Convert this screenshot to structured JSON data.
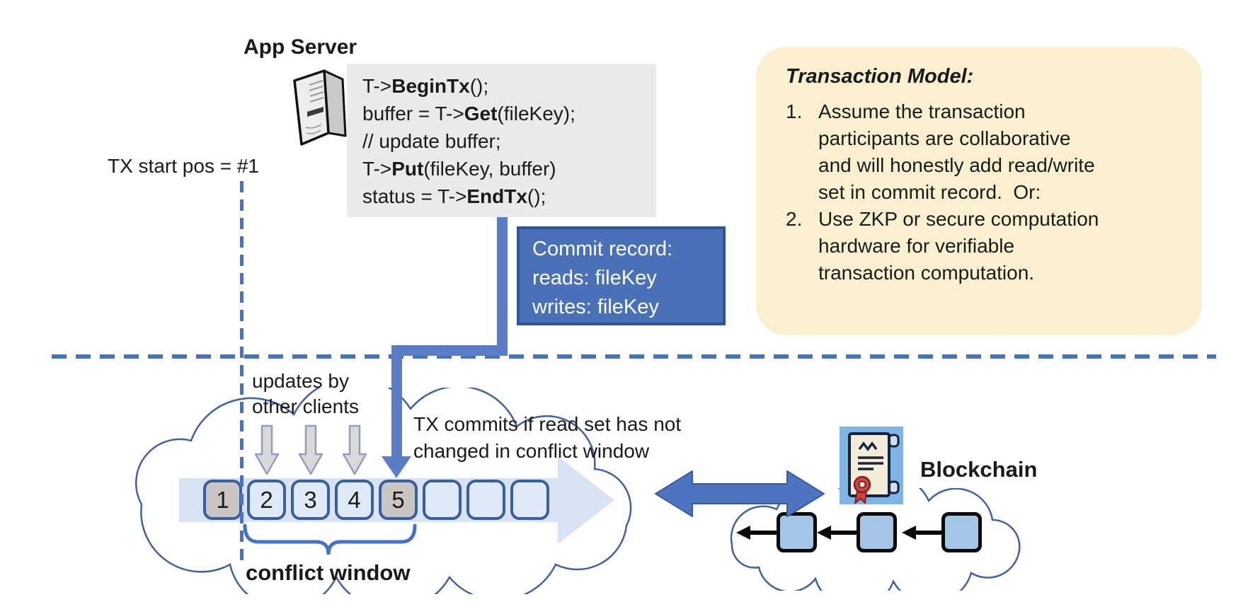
{
  "app_server_label": "App Server",
  "code": {
    "lines": [
      {
        "pre": "T->",
        "fn": "BeginTx",
        "post": "();"
      },
      {
        "pre": "buffer = T->",
        "fn": "Get",
        "post": "(fileKey);"
      },
      {
        "pre": "// update buffer;",
        "fn": "",
        "post": ""
      },
      {
        "pre": "T->",
        "fn": "Put",
        "post": "(fileKey, buffer)"
      },
      {
        "pre": "status = T->",
        "fn": "EndTx",
        "post": "();"
      }
    ]
  },
  "tx_start_label": "TX start pos = #1",
  "commit_record": {
    "text": "Commit record:\nreads: fileKey\nwrites: fileKey"
  },
  "transaction_model": {
    "title": "Transaction Model:",
    "items": [
      {
        "num": "1.",
        "text": "Assume the transaction\nparticipants are collaborative\nand will honestly add read/write\nset in commit record.  Or:"
      },
      {
        "num": "2.",
        "text": "Use ZKP or secure computation\nhardware for verifiable\ntransaction computation."
      }
    ]
  },
  "updates_label": "updates by\nother clients",
  "tx_commits_label": "TX commits if read set has not\nchanged in conflict window",
  "conflict_window_label": "conflict window",
  "ledger": {
    "slots": [
      "1",
      "2",
      "3",
      "4",
      "5",
      "",
      "",
      ""
    ],
    "highlighted_slots": [
      "1",
      "5"
    ]
  },
  "blockchain_label": "Blockchain",
  "colors": {
    "accent_blue": "#4472C4",
    "connector_blue": "#5B7DC6",
    "commit_fill": "#4A70B8",
    "commit_border": "#2F5597",
    "panel_yellow": "#FAF0D0",
    "code_gray": "#EAEAEA",
    "slot_blue": "#DEEBF7",
    "slot_gray": "#C8C5C2",
    "slot_border": "#3A5F9F",
    "band_blue": "#D7E3F3",
    "block_fill": "#A3C6E8"
  }
}
